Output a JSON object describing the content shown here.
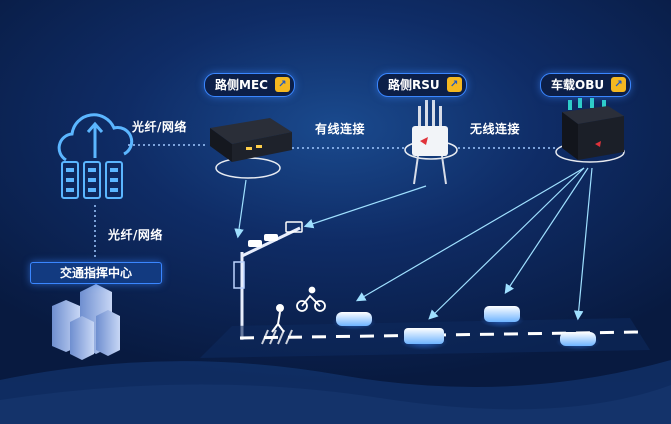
{
  "nodes": {
    "mec": {
      "label": "路侧MEC"
    },
    "rsu": {
      "label": "路侧RSU"
    },
    "obu": {
      "label": "车载OBU"
    },
    "center": {
      "label": "交通指挥中心"
    }
  },
  "links": {
    "fiber_top": "光纤/网络",
    "fiber_side": "光纤/网络",
    "wired": "有线连接",
    "wireless": "无线连接"
  },
  "icons": {
    "cloud": "cloud-server-icon",
    "mec_box": "edge-computing-box-icon",
    "rsu_antenna": "rsu-antenna-icon",
    "obu_box": "obu-device-icon",
    "buildings": "buildings-icon",
    "brand_logo": "brand-logo-icon"
  },
  "colors": {
    "accent": "#3a86ff",
    "arrow": "#7fd3ff",
    "brand": "#f5b820",
    "background": "#0f2c66"
  }
}
